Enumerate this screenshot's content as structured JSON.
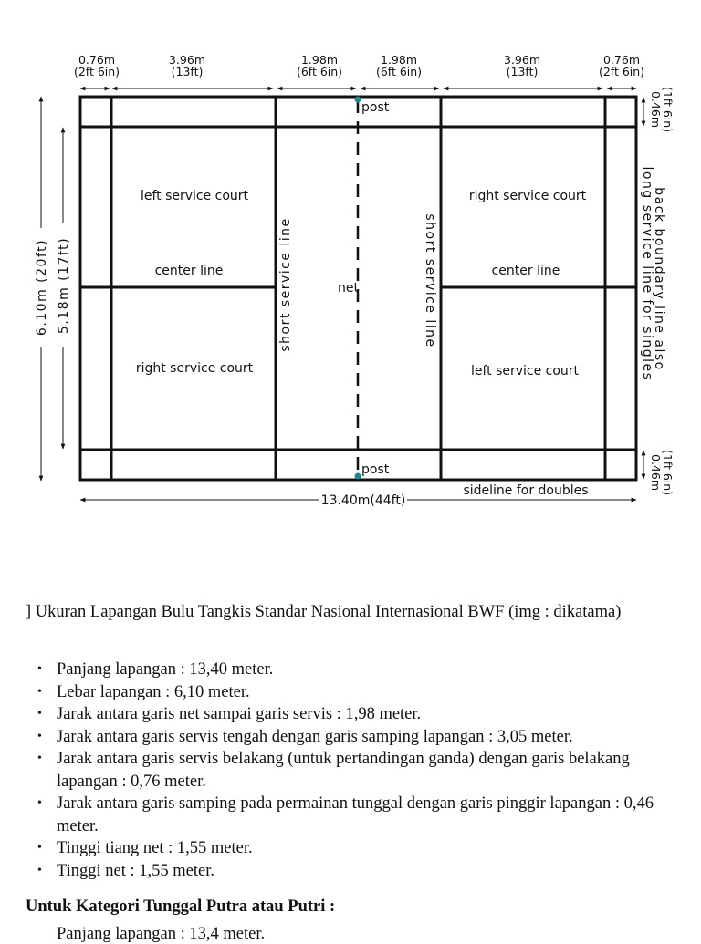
{
  "diagram": {
    "dims_top": [
      {
        "m": "0.76m",
        "ft": "(2ft 6in)"
      },
      {
        "m": "3.96m",
        "ft": "(13ft)"
      },
      {
        "m": "1.98m",
        "ft": "(6ft 6in)"
      },
      {
        "m": "1.98m",
        "ft": "(6ft 6in)"
      },
      {
        "m": "3.96m",
        "ft": "(13ft)"
      },
      {
        "m": "0.76m",
        "ft": "(2ft 6in)"
      }
    ],
    "dim_side_top": {
      "m": "0.46m",
      "ft": "(1ft 6in)"
    },
    "dim_side_bottom": {
      "m": "0.46m",
      "ft": "(1ft 6in)"
    },
    "width_total": "6.10m (20ft)",
    "width_singles": "5.18m (17ft)",
    "length_total": "13.40m(44ft)",
    "post_label": "post",
    "net_label": "net",
    "left_service_court": "left service court",
    "right_service_court": "right service court",
    "center_line": "center line",
    "short_service_line": "short service line",
    "back_boundary_line1": "back boundary line also",
    "back_boundary_line2": "long service line for singles",
    "sideline_doubles": "sideline for doubles"
  },
  "caption": "] Ukuran Lapangan Bulu Tangkis Standar Nasional Internasional BWF (img : dikatama)",
  "facts": [
    "Panjang lapangan : 13,40 meter.",
    "Lebar lapangan : 6,10 meter.",
    "Jarak antara garis net sampai garis servis : 1,98 meter.",
    "Jarak antara garis servis tengah dengan garis samping lapangan : 3,05 meter.",
    "Jarak antara garis servis belakang (untuk pertandingan ganda) dengan garis belakang lapangan : 0,76 meter.",
    "Jarak antara garis samping pada permainan tunggal dengan garis pinggir lapangan : 0,46 meter.",
    "Tinggi tiang net : 1,55 meter.",
    "Tinggi net : 1,55 meter."
  ],
  "section_heading": "Untuk Kategori Tunggal Putra atau Putri :",
  "next_line": "Panjang lapangan : 13,4 meter."
}
